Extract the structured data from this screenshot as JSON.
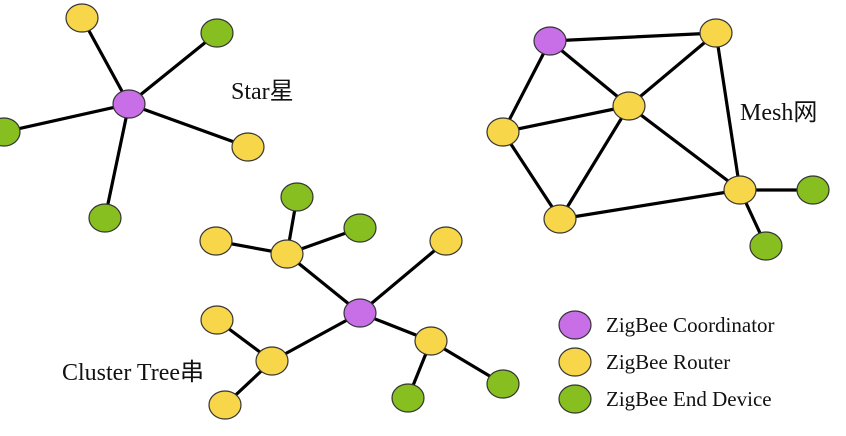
{
  "colors": {
    "coordinator": "#c86ee6",
    "router": "#f7d64a",
    "end_device": "#86bf1f",
    "edge": "#000000"
  },
  "labels": {
    "star": "Star星",
    "mesh": "Mesh网",
    "tree": "Cluster Tree串"
  },
  "legend": [
    {
      "type": "coordinator",
      "label": "ZigBee Coordinator"
    },
    {
      "type": "router",
      "label": "ZigBee Router"
    },
    {
      "type": "end_device",
      "label": "ZigBee End Device"
    }
  ]
}
